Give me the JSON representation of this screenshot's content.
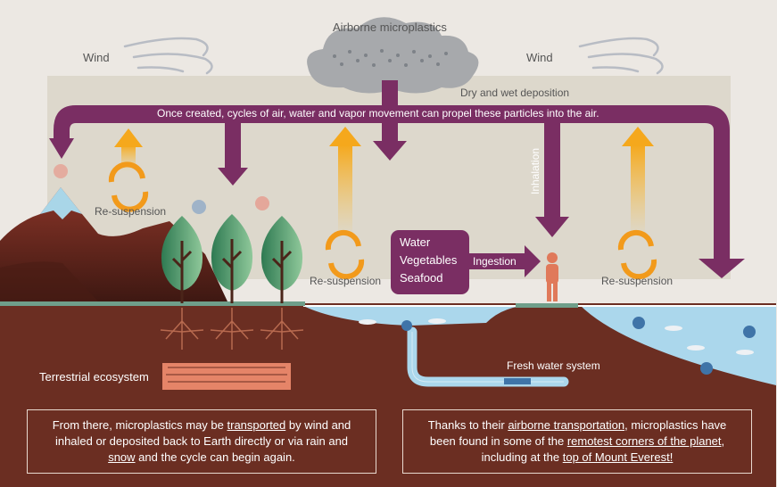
{
  "labels": {
    "cloud": "Airborne microplastics",
    "wind_left": "Wind",
    "wind_right": "Wind",
    "deposition": "Dry and wet deposition",
    "cycle": "Once created, cycles of air, water and vapor movement can propel these particles into the air.",
    "resuspension_1": "Re-suspension",
    "resuspension_2": "Re-suspension",
    "resuspension_3": "Re-suspension",
    "inhalation": "Inhalation",
    "ingestion": "Ingestion",
    "food": [
      "Water",
      "Vegetables",
      "Seafood"
    ],
    "terrestrial": "Terrestrial ecosystem",
    "fresh_water": "Fresh water system"
  },
  "notes": {
    "left": {
      "p1": "From there, microplastics may be ",
      "link1": "transported",
      "p2": " by wind and inhaled or deposited back to Earth directly or via rain and ",
      "link2": "snow",
      "p3": " and the cycle can begin again."
    },
    "right": {
      "p1": "Thanks to their ",
      "link1": "airborne transportation",
      "p2": ", microplastics have been found in some of the ",
      "link2": "remotest corners of the planet",
      "p3": ", including at the ",
      "link3": "top of Mount Everest!"
    }
  },
  "colors": {
    "arrow": "#7a2e63",
    "ground": "#6b2e22",
    "water": "#a9d6ec",
    "sky": "#ece8e3",
    "band": "#dcd6c8",
    "updraft": "#f5b21f"
  }
}
